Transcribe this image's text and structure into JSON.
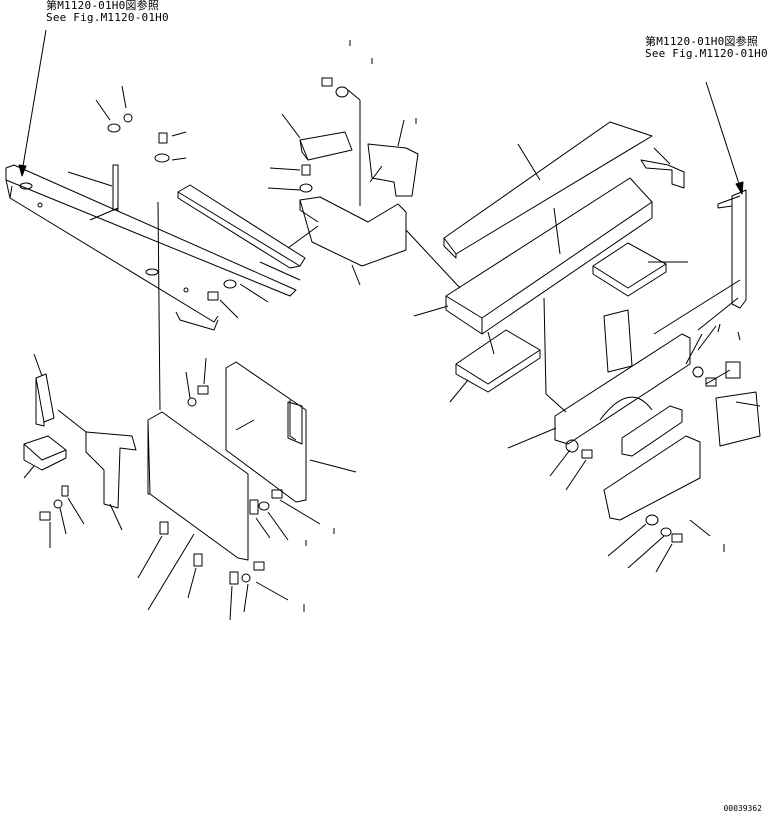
{
  "references": {
    "left": {
      "line1": "第M1120-01H0図参照",
      "line2": "See Fig.M1120-01H0"
    },
    "right": {
      "line1": "第M1120-01H0図参照",
      "line2": "See Fig.M1120-01H0"
    }
  },
  "drawing_code": "00039362"
}
